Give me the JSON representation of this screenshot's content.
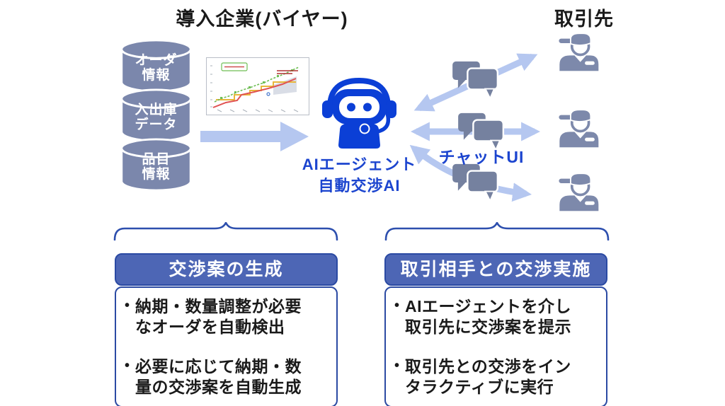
{
  "titles": {
    "buyer": "導入企業(バイヤー)",
    "partner": "取引先"
  },
  "databases": [
    "オーダ\n情報",
    "入出庫\nデータ",
    "品目\n情報"
  ],
  "agent_label": {
    "line1": "AIエージェント",
    "line2": "自動交渉AI"
  },
  "chat_ui_label": "チャットUI",
  "boxes": {
    "generation": {
      "header": "交渉案の生成",
      "bullets": [
        "納期・数量調整が必要\nなオーダを自動検出",
        "必要に応じて納期・数\n量の交渉案を自動生成"
      ]
    },
    "negotiation": {
      "header": "取引相手との交渉実施",
      "bullets": [
        "AIエージェントを介し\n取引先に交渉案を提示",
        "取引先との交渉をイン\nタラクティブに実行"
      ]
    }
  },
  "icons": {
    "database": "database-cylinder-icon",
    "chart": "line-chart-thumbnail-icon",
    "robot": "ai-robot-icon",
    "chat": "chat-bubbles-icon",
    "person": "worker-person-icon",
    "arrow": "double-headed-arrow-icon"
  },
  "colors": {
    "robot_blue": "#0B3FD6",
    "label_blue": "#1C45CF",
    "slate_blue": "#7B87AC",
    "bubble_slate": "#75819F",
    "arrow_light_blue": "#B5C7F0",
    "brace_blue": "#2D4FAE",
    "header_fill": "#4D66B5",
    "header_border": "#2B4AA3",
    "text_dark": "#1A1A1A"
  }
}
